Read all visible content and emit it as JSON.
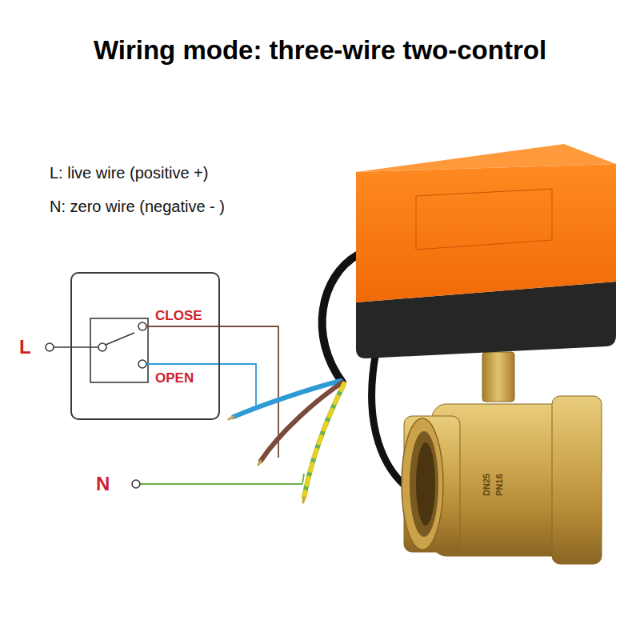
{
  "diagram": {
    "title": "Wiring mode: three-wire two-control",
    "nodes": [
      {
        "text": [
          "CLOSE",
          "OPEN"
        ]
      }
    ],
    "labels": [
      "L: live wire (positive +)",
      "N: zero wire (negative - )",
      "L",
      "N",
      "DN25",
      "PN16"
    ]
  }
}
